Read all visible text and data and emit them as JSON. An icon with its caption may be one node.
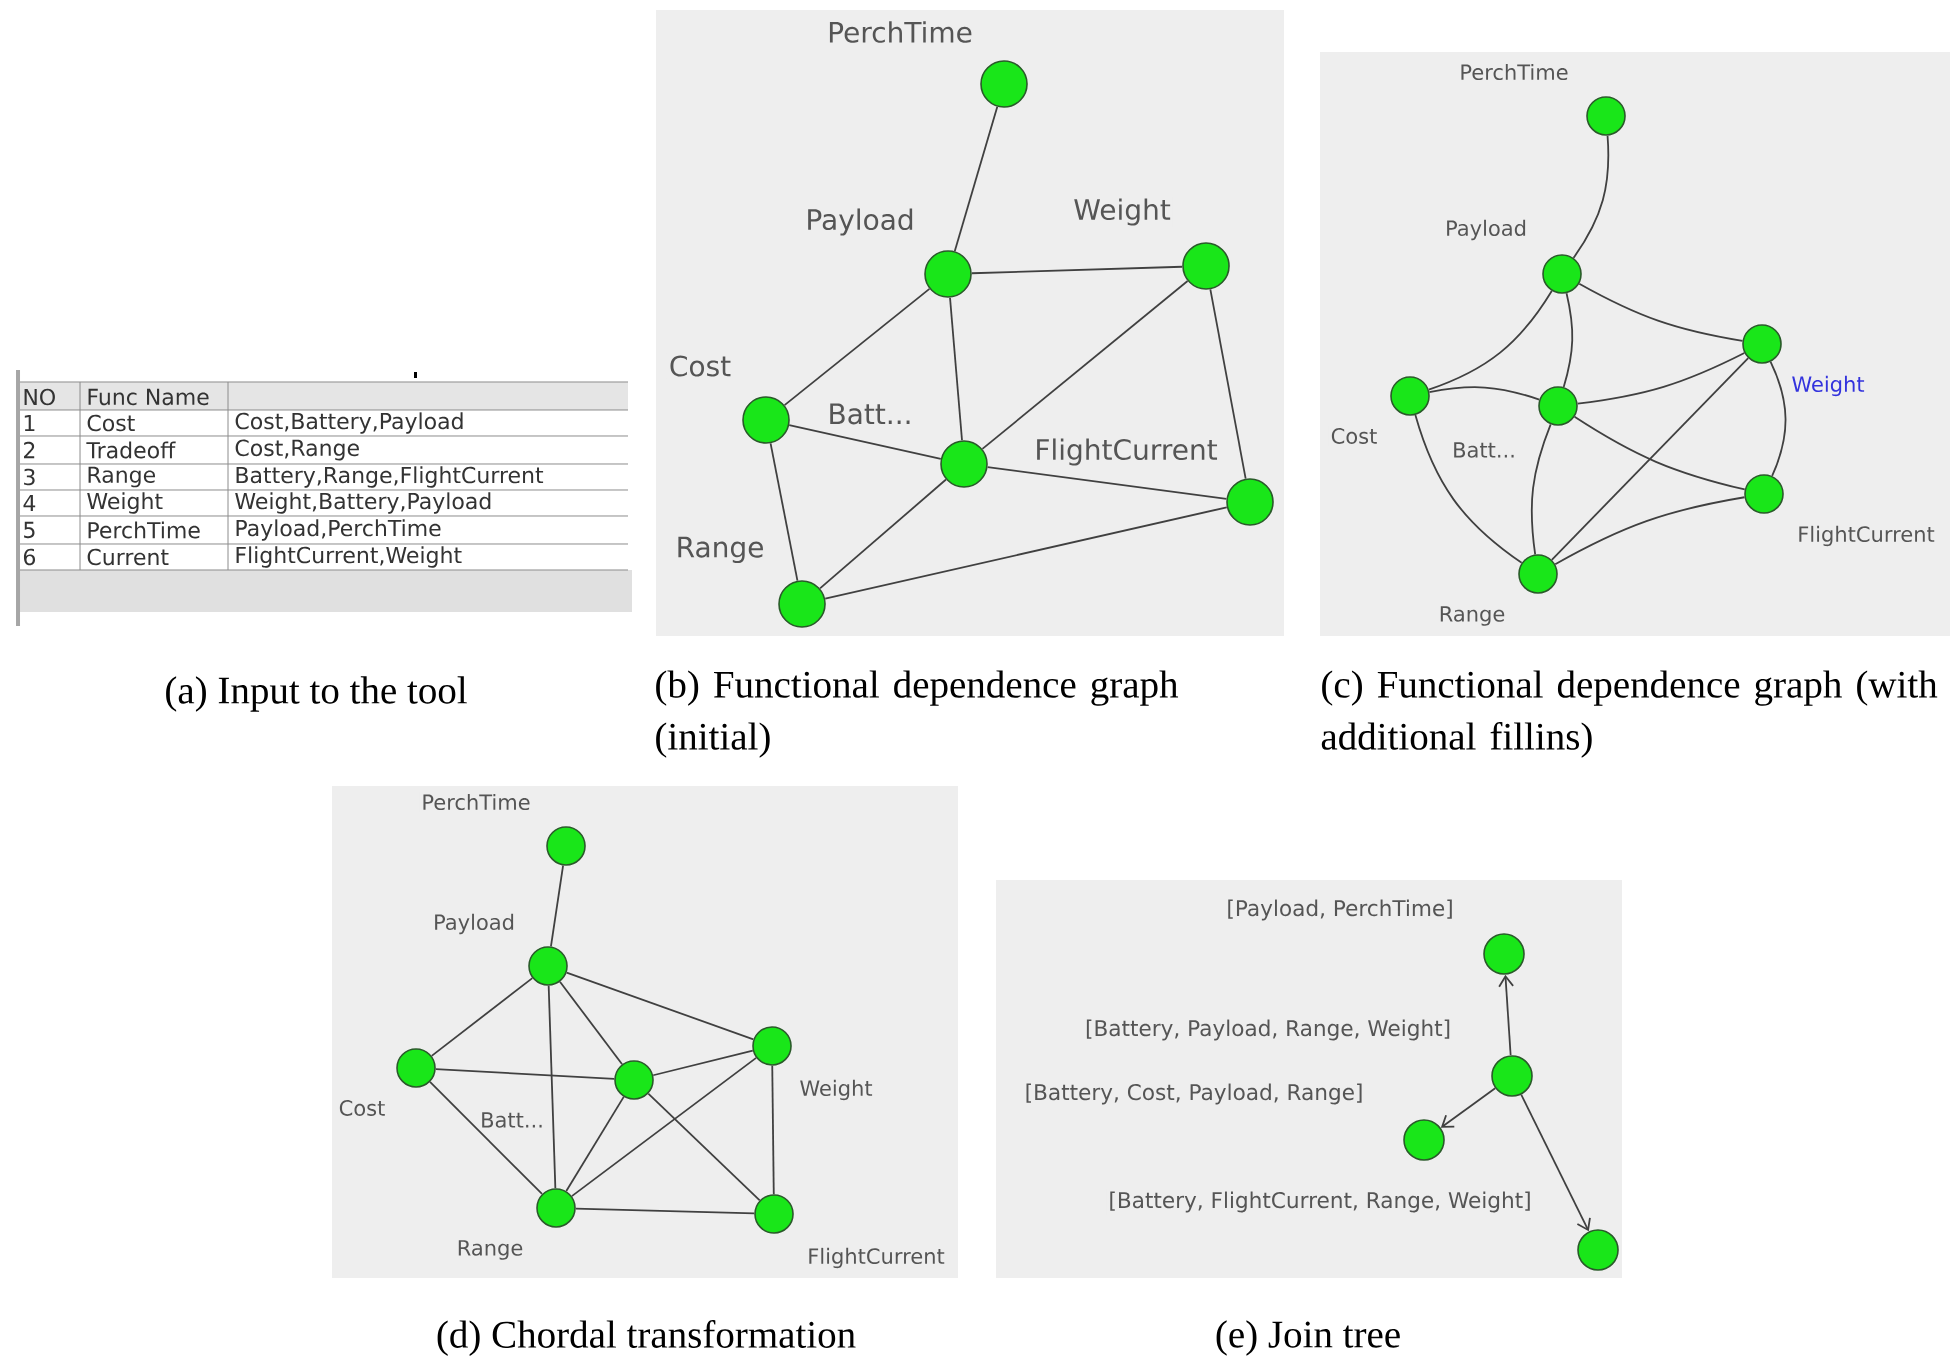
{
  "diagram": {
    "nodes": [
      {
        "text": [],
        "shape": "circle",
        "beside": [
          "PerchTime"
        ]
      },
      {
        "text": [],
        "shape": "circle",
        "beside": [
          "Payload"
        ]
      },
      {
        "text": [],
        "shape": "circle",
        "beside": [
          "Weight"
        ]
      },
      {
        "text": [],
        "shape": "circle",
        "beside": [
          "Cost"
        ]
      },
      {
        "text": [],
        "shape": "circle",
        "beside": [
          "Batt..."
        ]
      },
      {
        "text": [],
        "shape": "circle",
        "beside": [
          "FlightCurrent"
        ]
      },
      {
        "text": [],
        "shape": "circle",
        "beside": [
          "Range"
        ]
      },
      {
        "text": [],
        "shape": "circle",
        "beside": [
          "PerchTime"
        ]
      },
      {
        "text": [],
        "shape": "circle",
        "beside": [
          "Payload"
        ]
      },
      {
        "text": [],
        "shape": "circle",
        "beside": [
          "Weight"
        ]
      },
      {
        "text": [],
        "shape": "circle",
        "beside": [
          "Cost"
        ]
      },
      {
        "text": [],
        "shape": "circle",
        "beside": [
          "Batt..."
        ]
      },
      {
        "text": [],
        "shape": "circle",
        "beside": [
          "FlightCurrent"
        ]
      },
      {
        "text": [],
        "shape": "circle",
        "beside": [
          "Range"
        ]
      },
      {
        "text": [],
        "shape": "circle",
        "beside": [
          "PerchTime"
        ]
      },
      {
        "text": [],
        "shape": "circle",
        "beside": [
          "Payload"
        ]
      },
      {
        "text": [],
        "shape": "circle",
        "beside": [
          "Weight"
        ]
      },
      {
        "text": [],
        "shape": "circle",
        "beside": [
          "Cost"
        ]
      },
      {
        "text": [],
        "shape": "circle",
        "beside": [
          "Batt..."
        ]
      },
      {
        "text": [],
        "shape": "circle",
        "beside": [
          "FlightCurrent"
        ]
      },
      {
        "text": [],
        "shape": "circle",
        "beside": [
          "Range"
        ]
      },
      {
        "text": [],
        "shape": "circle",
        "beside": [
          "[Payload, PerchTime]"
        ]
      },
      {
        "text": [],
        "shape": "circle",
        "beside": [
          "[Battery, Payload, Range, Weight]"
        ]
      },
      {
        "text": [],
        "shape": "circle",
        "beside": [
          "[Battery, Cost, Payload, Range]"
        ]
      },
      {
        "text": [],
        "shape": "circle",
        "beside": [
          "[Battery, FlightCurrent, Range, Weight]"
        ]
      }
    ],
    "edges": [
      {
        "from": 0,
        "to": 1,
        "arrow": "none"
      },
      {
        "from": 1,
        "to": 2,
        "arrow": "none"
      },
      {
        "from": 1,
        "to": 3,
        "arrow": "none"
      },
      {
        "from": 1,
        "to": 4,
        "arrow": "none"
      },
      {
        "from": 3,
        "to": 4,
        "arrow": "none"
      },
      {
        "from": 3,
        "to": 6,
        "arrow": "none"
      },
      {
        "from": 4,
        "to": 2,
        "arrow": "none"
      },
      {
        "from": 4,
        "to": 5,
        "arrow": "none"
      },
      {
        "from": 4,
        "to": 6,
        "arrow": "none"
      },
      {
        "from": 2,
        "to": 5,
        "arrow": "none"
      },
      {
        "from": 6,
        "to": 5,
        "arrow": "none"
      },
      {
        "from": 7,
        "to": 8,
        "arrow": "none"
      },
      {
        "from": 8,
        "to": 10,
        "arrow": "none"
      },
      {
        "from": 8,
        "to": 11,
        "arrow": "none"
      },
      {
        "from": 8,
        "to": 9,
        "arrow": "none"
      },
      {
        "from": 10,
        "to": 11,
        "arrow": "none"
      },
      {
        "from": 10,
        "to": 13,
        "arrow": "none"
      },
      {
        "from": 11,
        "to": 9,
        "arrow": "none"
      },
      {
        "from": 11,
        "to": 12,
        "arrow": "none"
      },
      {
        "from": 11,
        "to": 13,
        "arrow": "none"
      },
      {
        "from": 9,
        "to": 12,
        "arrow": "none"
      },
      {
        "from": 9,
        "to": 13,
        "arrow": "none"
      },
      {
        "from": 12,
        "to": 13,
        "arrow": "none"
      },
      {
        "from": 14,
        "to": 15,
        "arrow": "none"
      },
      {
        "from": 15,
        "to": 17,
        "arrow": "none"
      },
      {
        "from": 15,
        "to": 16,
        "arrow": "none"
      },
      {
        "from": 15,
        "to": 18,
        "arrow": "none"
      },
      {
        "from": 15,
        "to": 20,
        "arrow": "none"
      },
      {
        "from": 17,
        "to": 18,
        "arrow": "none"
      },
      {
        "from": 17,
        "to": 20,
        "arrow": "none"
      },
      {
        "from": 18,
        "to": 16,
        "arrow": "none"
      },
      {
        "from": 18,
        "to": 20,
        "arrow": "none"
      },
      {
        "from": 18,
        "to": 19,
        "arrow": "none"
      },
      {
        "from": 16,
        "to": 20,
        "arrow": "none"
      },
      {
        "from": 16,
        "to": 19,
        "arrow": "none"
      },
      {
        "from": 20,
        "to": 19,
        "arrow": "none"
      },
      {
        "from": 22,
        "to": 21,
        "arrow": "to"
      },
      {
        "from": 22,
        "to": 23,
        "arrow": "to"
      },
      {
        "from": 22,
        "to": 24,
        "arrow": "to"
      }
    ],
    "labels": [
      "NO",
      "Func Name",
      "1",
      "Cost",
      "Cost,Battery,Payload",
      "2",
      "Tradeoff",
      "Cost,Range",
      "3",
      "Range",
      "Battery,Range,FlightCurrent",
      "4",
      "Weight",
      "Weight,Battery,Payload",
      "5",
      "PerchTime",
      "Payload,PerchTime",
      "6",
      "Current",
      "FlightCurrent,Weight",
      "(a) Input to the tool",
      "(b) Functional dependence graph (initial)",
      "(c) Functional dependence graph (with additional fillins)",
      "(d) Chordal transformation",
      "(e) Join tree"
    ]
  }
}
